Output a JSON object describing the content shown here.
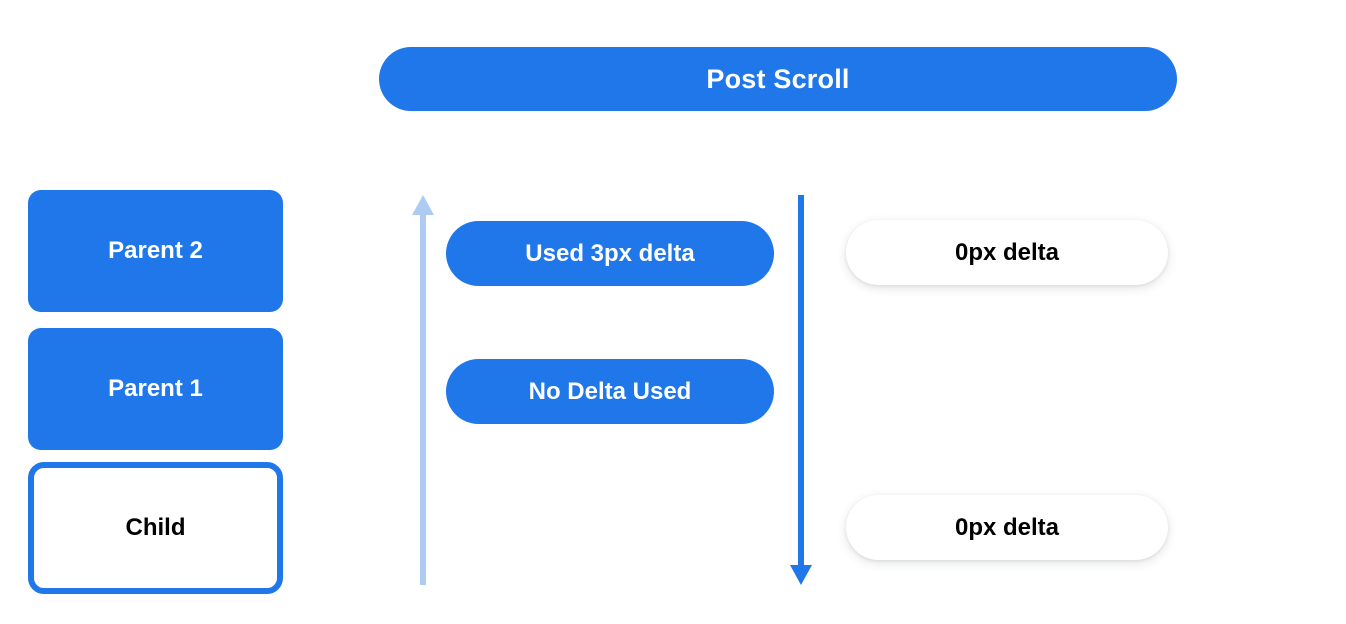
{
  "header": {
    "title": "Post Scroll"
  },
  "view_stack": {
    "boxes": [
      {
        "label": "Parent 2",
        "style": "filled"
      },
      {
        "label": "Parent 1",
        "style": "filled"
      },
      {
        "label": "Child",
        "style": "outlined"
      }
    ]
  },
  "arrows": {
    "up": {
      "name": "scroll-up-arrow",
      "direction": "up",
      "color": "#aecbf2"
    },
    "down": {
      "name": "scroll-down-arrow",
      "direction": "down",
      "color": "#1f77ea"
    }
  },
  "pills": {
    "used_delta": "Used 3px delta",
    "no_delta": "No Delta Used",
    "zero_delta_top": "0px delta",
    "zero_delta_bottom": "0px delta"
  },
  "colors": {
    "blue": "#1f77ea",
    "light_blue": "#aecbf2",
    "white": "#ffffff",
    "black": "#000000"
  }
}
